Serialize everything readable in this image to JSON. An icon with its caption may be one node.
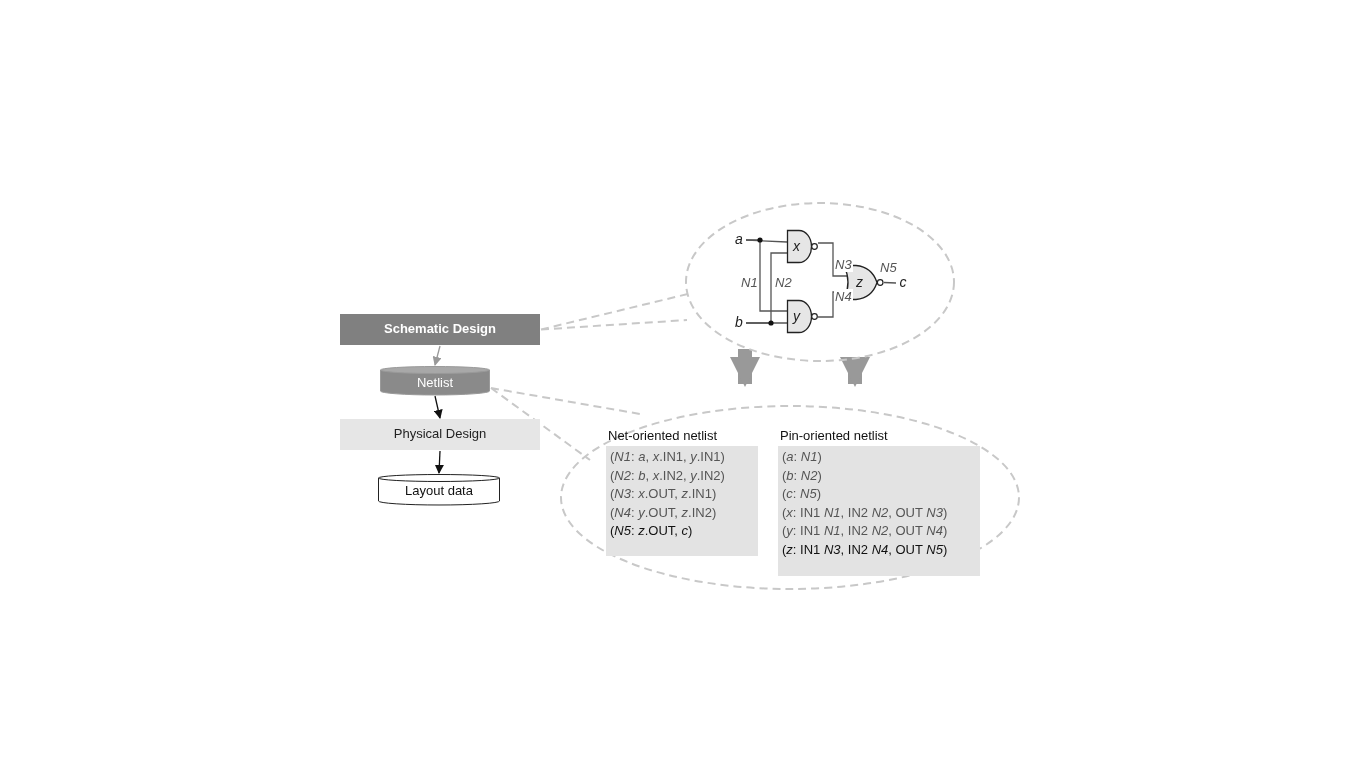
{
  "diagram": {
    "nodes": [
      {
        "text": [
          "Schematic Design"
        ]
      },
      {
        "text": [
          "Netlist"
        ]
      },
      {
        "text": [
          "Physical Design"
        ]
      },
      {
        "text": [
          "Layout data"
        ]
      },
      {
        "text": [],
        "shape": "ellipse"
      },
      {
        "text": [
          "a"
        ],
        "in": 4
      },
      {
        "text": [
          "x"
        ],
        "in": 4
      },
      {
        "text": [
          "b"
        ],
        "in": 4
      },
      {
        "text": [
          "y"
        ],
        "in": 4
      },
      {
        "text": [
          "z"
        ],
        "in": 4
      },
      {
        "text": [
          "c"
        ],
        "in": 4
      },
      {
        "text": [],
        "shape": "ellipse"
      },
      {
        "text": [
          "Net-oriented  netlist",
          "(*N1*: *a*, *x*.IN1, *y*.IN1)",
          "(*N2*: *b*, *x*.IN2, *y*.IN2)",
          "(*N3*: *x*.OUT, *z*.IN1)",
          "(*N4*: *y*.OUT, *z*.IN2)",
          "(*N5*: *z*.OUT, *c*)"
        ],
        "in": 11
      },
      {
        "text": [
          "Pin-oriented netlist",
          "(*a*: *N1*)",
          "(*b*: *N2*)",
          "(*c*: *N5*)",
          "(*x*: IN1 *N1*, IN2 *N2*, OUT *N3*)",
          "(*y*: IN1 *N1*, IN2 *N2*, OUT *N4*)",
          "(*z*: IN1 *N3*, IN2 *N4*, OUT *N5*)"
        ],
        "in": 11
      }
    ],
    "edges": [
      {
        "from": 0,
        "to": 1,
        "arrow": "to",
        "color": "#999999"
      },
      {
        "from": 1,
        "to": 2,
        "arrow": "to"
      },
      {
        "from": 2,
        "to": 3,
        "arrow": "to"
      },
      {
        "from": 0,
        "to": 4,
        "arrow": "none",
        "style": "dashed",
        "color": "#c8c8c8"
      },
      {
        "from": 1,
        "to": 11,
        "arrow": "none",
        "style": "dashed",
        "color": "#c8c8c8"
      },
      {
        "from": 4,
        "to": 11,
        "arrow": "to",
        "style": "thick",
        "color": "#999999"
      },
      {
        "from": 4,
        "to": 11,
        "arrow": "to",
        "style": "thick",
        "color": "#999999"
      },
      {
        "from": 5,
        "to": 6,
        "arrow": "none",
        "color": "#555555"
      },
      {
        "from": 5,
        "to": 8,
        "arrow": "none",
        "label": "N1",
        "color": "#555555"
      },
      {
        "from": 7,
        "to": 6,
        "arrow": "none",
        "label": "N2",
        "color": "#555555"
      },
      {
        "from": 7,
        "to": 8,
        "arrow": "none",
        "color": "#555555"
      },
      {
        "from": 6,
        "to": 9,
        "arrow": "none",
        "label": "N3",
        "color": "#555555"
      },
      {
        "from": 8,
        "to": 9,
        "arrow": "none",
        "label": "N4",
        "color": "#555555"
      },
      {
        "from": 9,
        "to": 10,
        "arrow": "none",
        "label": "N5",
        "color": "#555555"
      }
    ]
  }
}
